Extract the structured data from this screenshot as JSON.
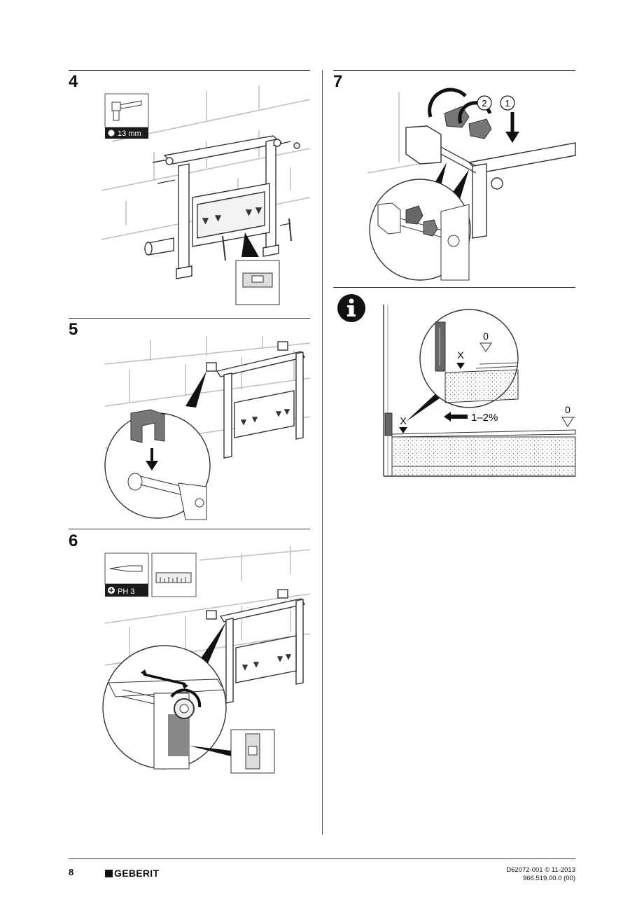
{
  "steps": [
    {
      "number": "4",
      "tool_label": "13 mm"
    },
    {
      "number": "5"
    },
    {
      "number": "6",
      "tool_label": "PH 3"
    },
    {
      "number": "7",
      "callout_1": "2",
      "callout_2": "1"
    }
  ],
  "info_panel": {
    "marker_x_top": "X",
    "level_zero_top": "0",
    "marker_x_bottom": "X",
    "level_zero_bottom": "0",
    "slope": "1–2%"
  },
  "footer": {
    "page_number": "8",
    "brand": "GEBERIT",
    "doc_ref": "D62072-001 © 11-2013",
    "article_ref": "966.519.00.0 (00)"
  }
}
